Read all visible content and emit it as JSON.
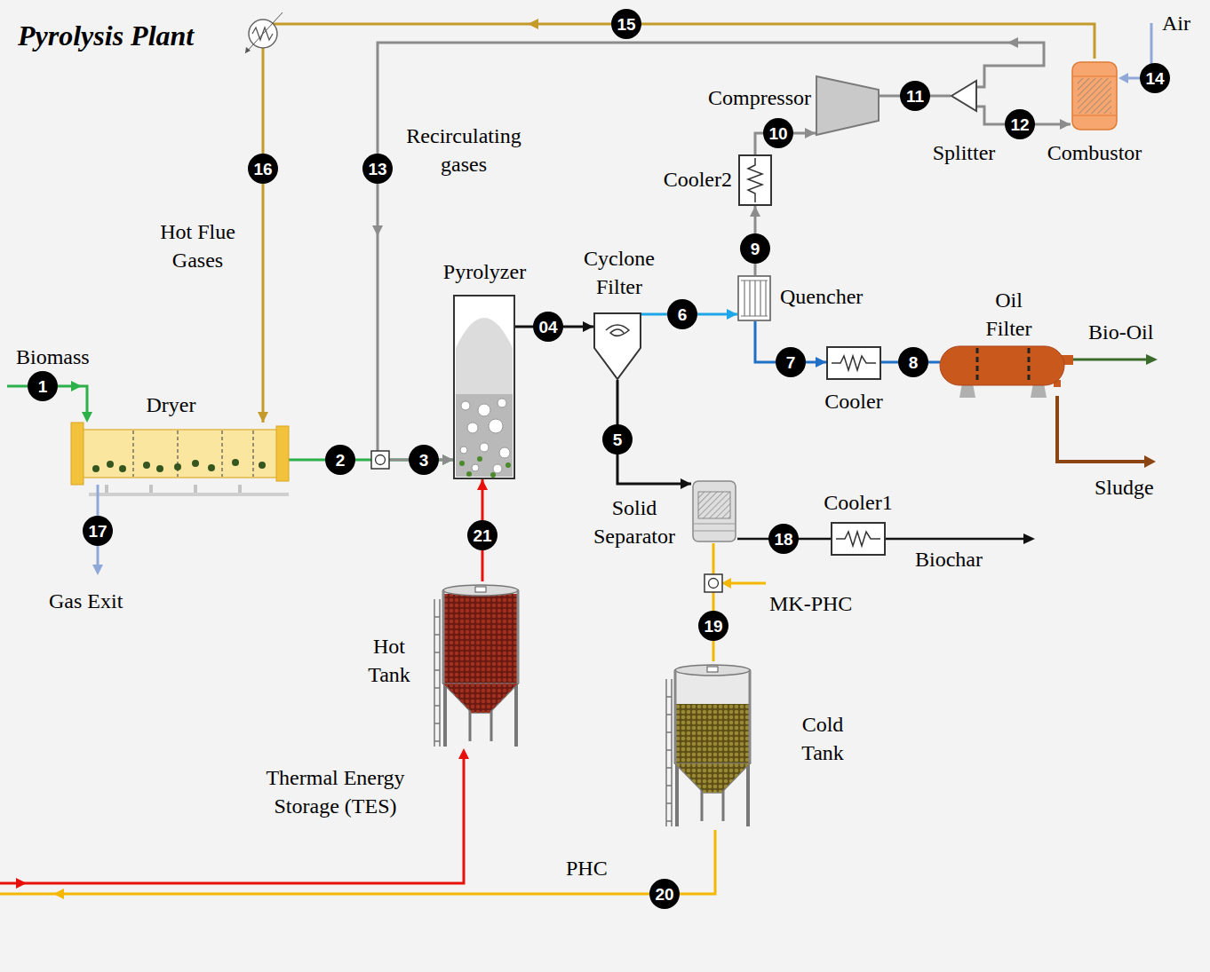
{
  "diagram": {
    "title": "Pyrolysis Plant",
    "nodes": [
      {
        "text": [
          "Dryer"
        ]
      },
      {
        "text": [
          "Pyrolyzer"
        ]
      },
      {
        "text": [
          "Cyclone Filter"
        ]
      },
      {
        "text": [
          "Quencher"
        ]
      },
      {
        "text": [
          "Cooler"
        ]
      },
      {
        "text": [
          "Oil Filter"
        ]
      },
      {
        "text": [
          "Solid Separator"
        ]
      },
      {
        "text": [
          "Cooler1"
        ]
      },
      {
        "text": [
          "Cooler2"
        ]
      },
      {
        "text": [
          "Compressor"
        ]
      },
      {
        "text": [
          "Splitter"
        ]
      },
      {
        "text": [
          "Combustor"
        ]
      },
      {
        "text": [
          "Hot Tank"
        ]
      },
      {
        "text": [
          "Cold Tank"
        ]
      }
    ],
    "edges": [
      {
        "from": 0,
        "to": 1,
        "arrow": "to"
      },
      {
        "from": 10,
        "to": 1,
        "arrow": "to"
      },
      {
        "from": 11,
        "to": 0,
        "arrow": "to"
      },
      {
        "from": 1,
        "to": 2,
        "arrow": "to"
      },
      {
        "from": 2,
        "to": 3,
        "arrow": "to"
      },
      {
        "from": 2,
        "to": 6,
        "arrow": "to"
      },
      {
        "from": 3,
        "to": 4,
        "arrow": "to"
      },
      {
        "from": 4,
        "to": 5,
        "arrow": "none"
      },
      {
        "from": 3,
        "to": 8,
        "arrow": "to"
      },
      {
        "from": 8,
        "to": 9,
        "arrow": "to"
      },
      {
        "from": 9,
        "to": 10,
        "arrow": "none"
      },
      {
        "from": 10,
        "to": 11,
        "arrow": "to"
      },
      {
        "from": 6,
        "to": 7,
        "arrow": "none"
      },
      {
        "from": 6,
        "to": 13,
        "arrow": "none"
      },
      {
        "from": 12,
        "to": 1,
        "arrow": "to"
      }
    ],
    "labels": [
      "1",
      "2",
      "3",
      "04",
      "5",
      "6",
      "7",
      "8",
      "9",
      "10",
      "11",
      "12",
      "13",
      "14",
      "15",
      "16",
      "17",
      "18",
      "19",
      "20",
      "21",
      "Biomass",
      "Gas Exit",
      "Hot Flue Gases",
      "Recirculating gases",
      "Bio-Oil",
      "Sludge",
      "Biochar",
      "MK-PHC",
      "PHC",
      "Air",
      "Thermal Energy Storage (TES)"
    ]
  }
}
